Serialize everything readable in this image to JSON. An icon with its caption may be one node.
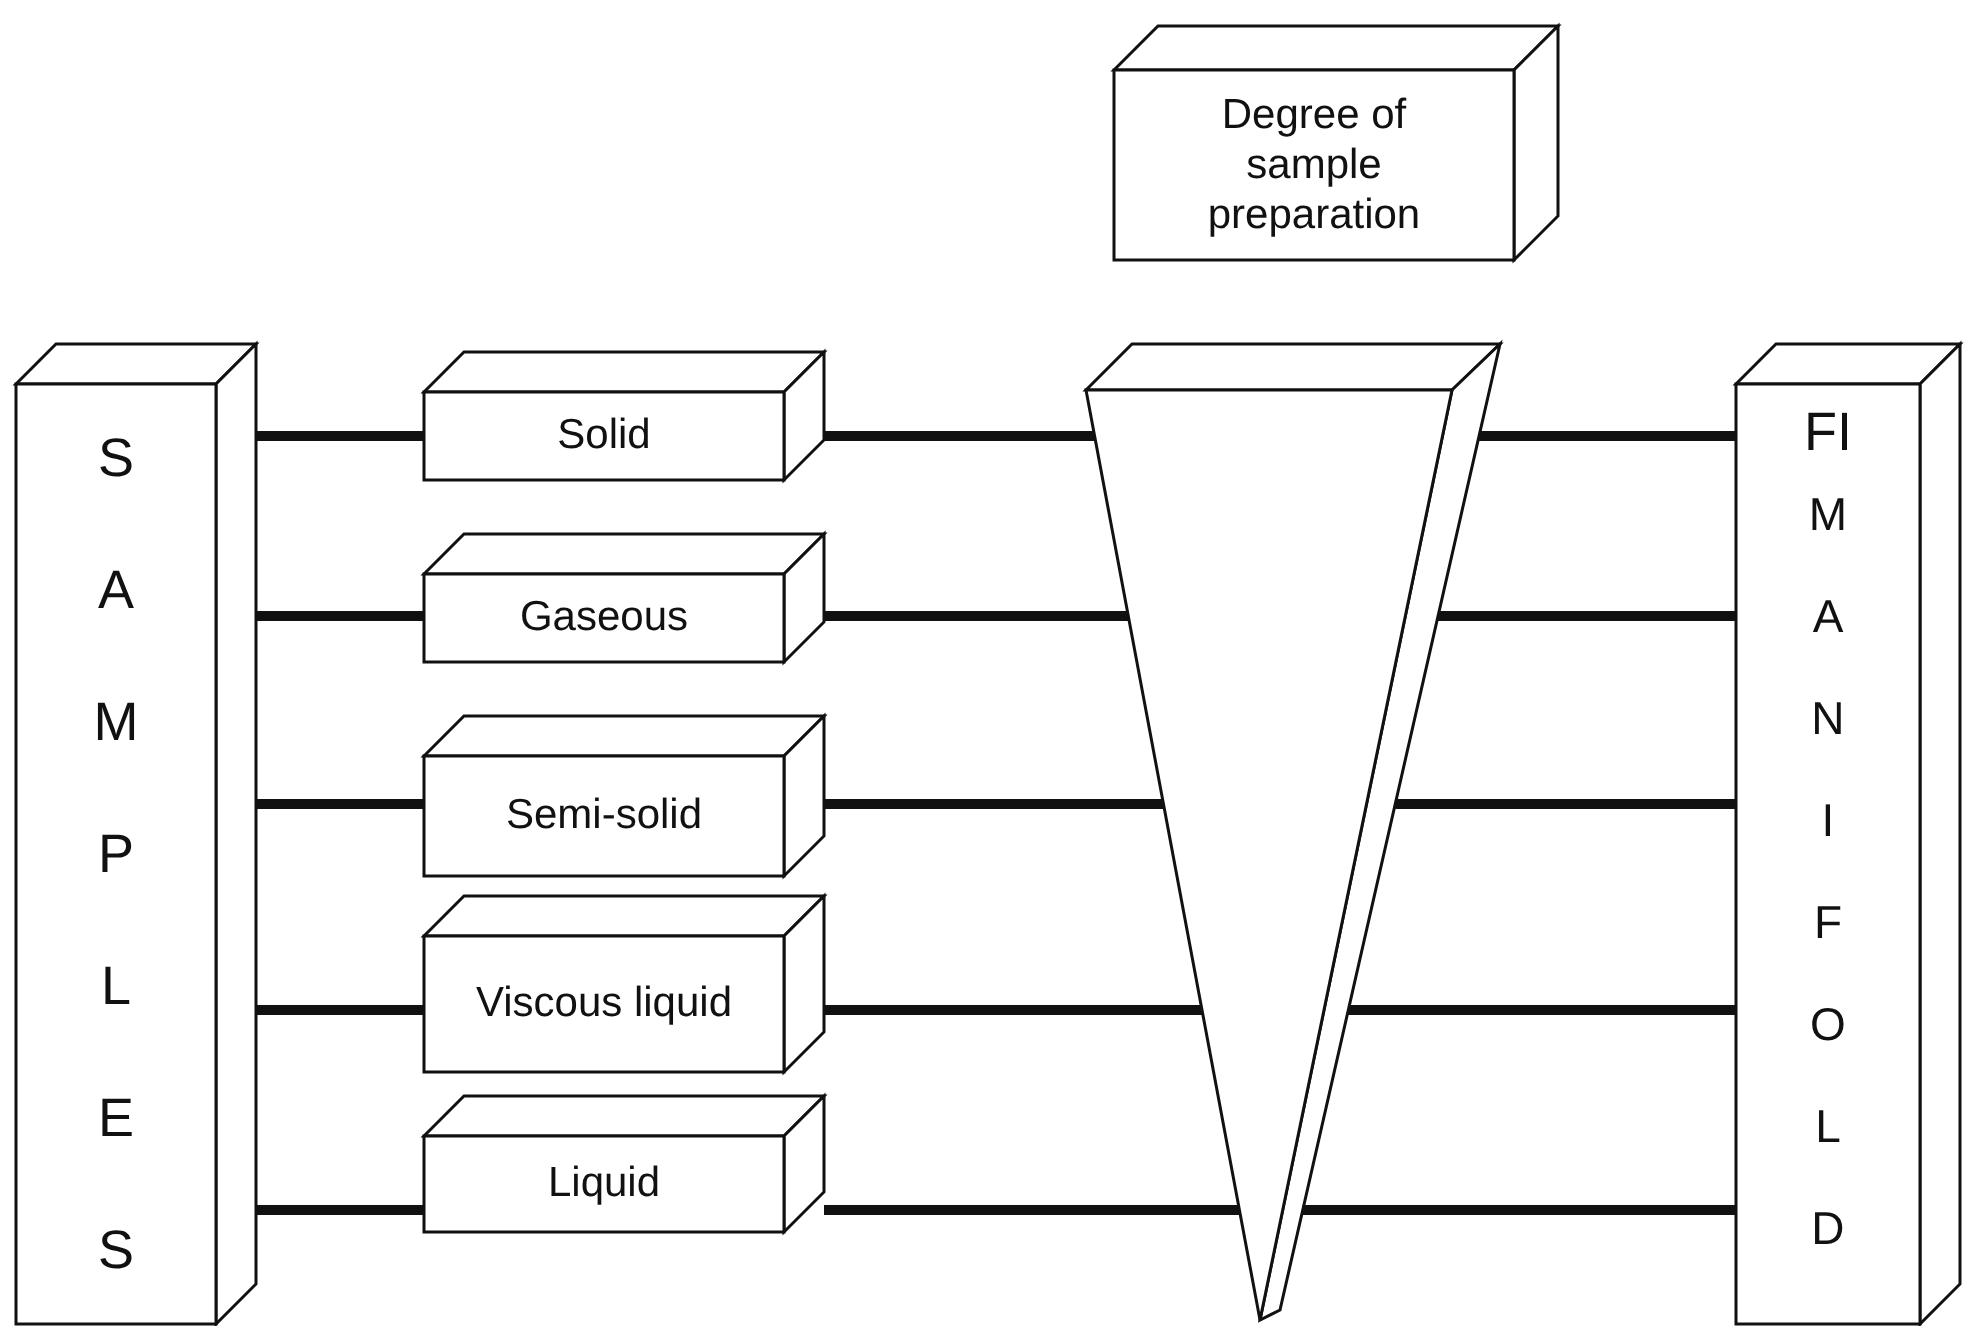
{
  "diagram": {
    "nodes": [
      {
        "text": [
          "SAMPLES"
        ]
      },
      {
        "text": [
          "Solid"
        ]
      },
      {
        "text": [
          "Gaseous"
        ]
      },
      {
        "text": [
          "Semi-solid"
        ]
      },
      {
        "text": [
          "Viscous liquid"
        ]
      },
      {
        "text": [
          "Liquid"
        ]
      },
      {
        "text": [
          "Degree of sample preparation"
        ]
      },
      {
        "text": [],
        "shape": "triangle"
      },
      {
        "text": [
          "FI",
          "MANIFOLD"
        ]
      }
    ],
    "edges": [
      {
        "from": 0,
        "to": 1,
        "arrow": "none"
      },
      {
        "from": 0,
        "to": 2,
        "arrow": "none"
      },
      {
        "from": 0,
        "to": 3,
        "arrow": "none"
      },
      {
        "from": 0,
        "to": 4,
        "arrow": "none"
      },
      {
        "from": 0,
        "to": 5,
        "arrow": "none"
      },
      {
        "from": 1,
        "to": 7,
        "arrow": "none"
      },
      {
        "from": 2,
        "to": 7,
        "arrow": "none"
      },
      {
        "from": 3,
        "to": 7,
        "arrow": "none"
      },
      {
        "from": 4,
        "to": 7,
        "arrow": "none"
      },
      {
        "from": 5,
        "to": 7,
        "arrow": "none"
      },
      {
        "from": 7,
        "to": 8,
        "arrow": "none"
      },
      {
        "from": 7,
        "to": 8,
        "arrow": "none"
      },
      {
        "from": 7,
        "to": 8,
        "arrow": "none"
      },
      {
        "from": 7,
        "to": 8,
        "arrow": "none"
      },
      {
        "from": 7,
        "to": 8,
        "arrow": "none"
      }
    ]
  }
}
